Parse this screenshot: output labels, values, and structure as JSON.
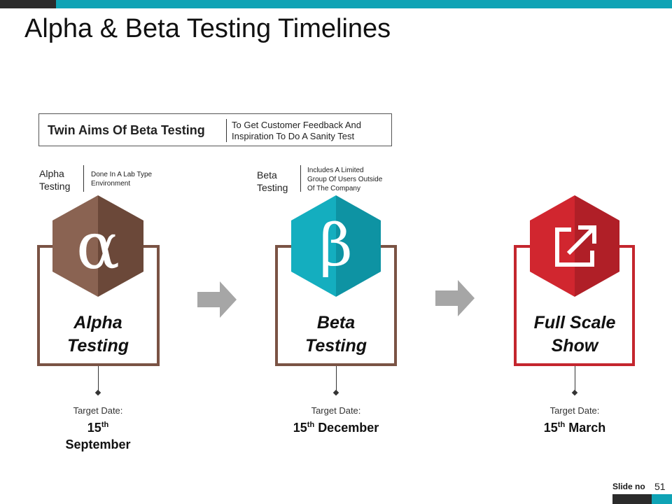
{
  "title": "Alpha & Beta Testing Timelines",
  "aims": {
    "title": "Twin Aims  Of Beta Testing",
    "description": "To  Get Customer Feedback And Inspiration To Do A Sanity Test"
  },
  "alpha_note": {
    "label_line1": "Alpha",
    "label_line2": "Testing",
    "desc_line1": "Done In  A Lab Type",
    "desc_line2": "Environment"
  },
  "beta_note": {
    "label_line1": "Beta",
    "label_line2": "Testing",
    "desc_line1": "Includes  A Limited",
    "desc_line2": "Group  Of Users Outside",
    "desc_line3": "Of The Company"
  },
  "stages": [
    {
      "icon": "alpha-symbol",
      "symbol": "α",
      "name_line1": "Alpha",
      "name_line2": "Testing",
      "target_label": "Target Date:",
      "date_day": "15",
      "date_suffix": "th",
      "date_month": "September",
      "color": "#7a5344",
      "hex_light": "#8a6352",
      "hex_dark": "#6b4839"
    },
    {
      "icon": "beta-symbol",
      "symbol": "β",
      "name_line1": "Beta",
      "name_line2": "Testing",
      "target_label": "Target Date:",
      "date_day": "15",
      "date_suffix": "th",
      "date_month": "December",
      "color": "#7a5344",
      "hex_light": "#14aebf",
      "hex_dark": "#0e93a3"
    },
    {
      "icon": "external-link-icon",
      "name_line1": "Full Scale",
      "name_line2": "Show",
      "target_label": "Target Date:",
      "date_day": "15",
      "date_suffix": "th",
      "date_month": "March",
      "color": "#c4262e",
      "hex_light": "#d1262f",
      "hex_dark": "#b01f27"
    }
  ],
  "arrow_color": "#a6a6a6",
  "footer": {
    "slide_label": "Slide no",
    "slide_number": "51"
  }
}
